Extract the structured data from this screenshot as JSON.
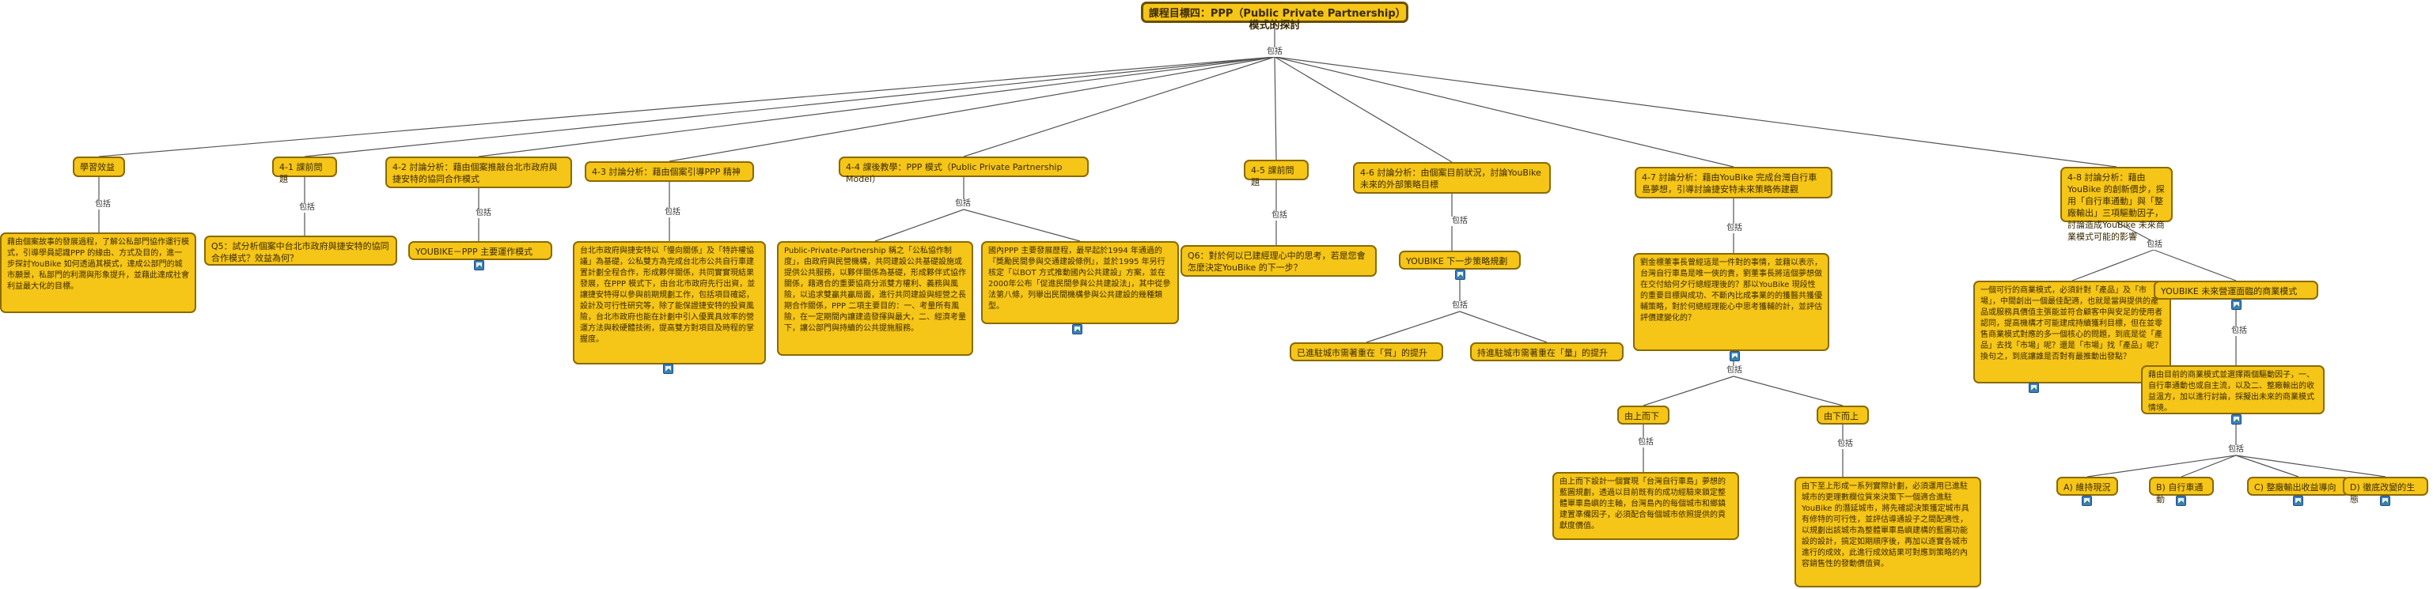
{
  "root": "課程目標四：PPP（Public Private Partnership）模式的探討",
  "connector": "包括",
  "nodes": {
    "n1": "學習效益",
    "n1c": "藉由個案故事的發展過程，了解公私部門協作運行模式，引導學員認識PPP 的緣由、方式及目的，進一步探討YouBike 如何透過其模式，達成公部門的城市願景，私部門的利潤與形象提升，並藉此達成社會利益最大化的目標。",
    "n2": "4-1 課前問題",
    "n2c": "Q5：試分析個案中台北市政府與捷安特的協同合作模式？效益為何？",
    "n3": "4-2 討論分析：藉由個案推敲台北市政府與捷安特的協同合作模式",
    "n3c": "YOUBIKE－PPP 主要運作模式",
    "n4": "4-3 討論分析：藉由個案引導PPP 精神",
    "n4c": "台北市政府與捷安特以「慢向關係」及「特許權協議」為基礎，公私雙方為完成台北市公共自行車建置計劃全程合作，形成夥伴關係，共同實實現結果發展，在PPP 模式下，由台北市政府先行出資，並讓捷安特得以參與前期規劃工作，包括項目確認，設計及可行性研究等，除了能保證捷安特的投資風險，台北市政府也能在計劃中引入優異具效率的營運方法與較硬體技術，提高雙方對項目及時程的掌握度。",
    "n5": "4-4 課後教學：PPP 模式（Public Private Partnership Model）",
    "n5a": "Public-Private-Partnership 稱之「公私協作制度」，由政府與民營機構，共同建設公共基礎設施或提供公共服務，以夥伴關係為基礎，形成夥伴式協作關係，藉適合的重要協商分派雙方權利、義務與風險，以追求雙贏共贏局面，進行共同建設與經營之長期合作關係，PPP 二項主要目的：一、考量所有風險，在一定期間內讓建造發揮與最大，二、經濟考量下，讓公部門與持續的公共提施服務。",
    "n5b": "國內PPP 主要發展歷程，最早起於1994 年通過的『獎勵民間參與交通建設條例』，並於1995 年另行核定「以BOT 方式推動國內公共建設」方案，並在2000年公布「促進民間參與公共建設法」，其中從參法第八條，列舉出民間機構參與公共建設的幾種類型。",
    "n6": "4-5 課前問題",
    "n6c": "Q6：對於何以已建經理心中的思考，若是您會怎麼決定YouBike 的下一步？",
    "n7": "4-6 討論分析：由個案目前狀況，討論YouBike 未來的外部策略目標",
    "n7c": "YOUBIKE 下一步策略規劃",
    "n7a": "已進駐城市需著重在「質」的提升",
    "n7b": "持進駐城市需著重在「量」的提升",
    "n8": "4-7 討論分析：藉由YouBike 完成台灣自行車島夢想，引導討論捷安特未來策略佈建觀",
    "n8c": "劉金標董事長曾經這是一件對的事情，並藉以表示，台灣自行車島是唯一俠的責，劉董事長將這個夢想做在交付給何夕行總經理後的？那以YouBike 現段性的重要目標與成功、不斷內比成事業的的獲醫共獲優輔策略，對於何總經理能心中思考獲輔的計，並評估評價建變化的？",
    "n8a": "由上而下",
    "n8b": "由下而上",
    "n8ac": "由上而下設計一個實現「台灣自行車島」夢想的藍圖規劃，透過以目前既有的成功經驗來鎖定整體單車島嶼的主軸，台灣島內的每個城市和鄉鎮建置準備因子，必須配合每個城市依照提供的貢獻度價值。",
    "n8bc": "由下至上形成一系列實際計劃，必須運用已進駐城市的更理數欄位質來決策下一個適合進駐YouBike 的潛延城市，將先確認決策獲定城市具有修特的可行性，並評估導通設子之間配適性，以規劃出該城市為整體單車島嶼建構的藍圖功能設的設計，搞定如期順序後，再加以逐實各城市進行的成效，此進行成效結果可對應到策略的內容銷售性的發動價值資。",
    "n9": "4-8 討論分析：藉由YouBike 的創新價步，探用「自行車通動」與「整廠輸出」三項驅動因子，討論造成YouBike 未來商業模式可能的影響",
    "n9a": "一個可行的商業模式，必須針對「產品」及「市場」，中間創出一個最佳配適，也就是當與提供的產品或服務具價值主張能並符合顧客中與安足的使用者認同，提高機構才可能建成持續獲利目標，但在並零售商業模式對應的多一個核心的問題，到底是從「產品」去找「市場」呢？還是「市場」找「產品」呢？換句之，到底讓誰是否對有最推動出發點？",
    "n9b": "YOUBIKE 未來營運面臨的商業模式",
    "n9bc": "藉由目前的商業模式並選擇兩個驅動因子，一、自行車通動也或自主流，以及二、整廠輸出的收益溫方，加以進行討論，採擬出未來的商業模式情境。",
    "d1": "A) 維持現況",
    "d2": "B) 自行車通動",
    "d3": "C) 整廠輸出收益導向",
    "d4": "D) 徹底改變的生態"
  }
}
